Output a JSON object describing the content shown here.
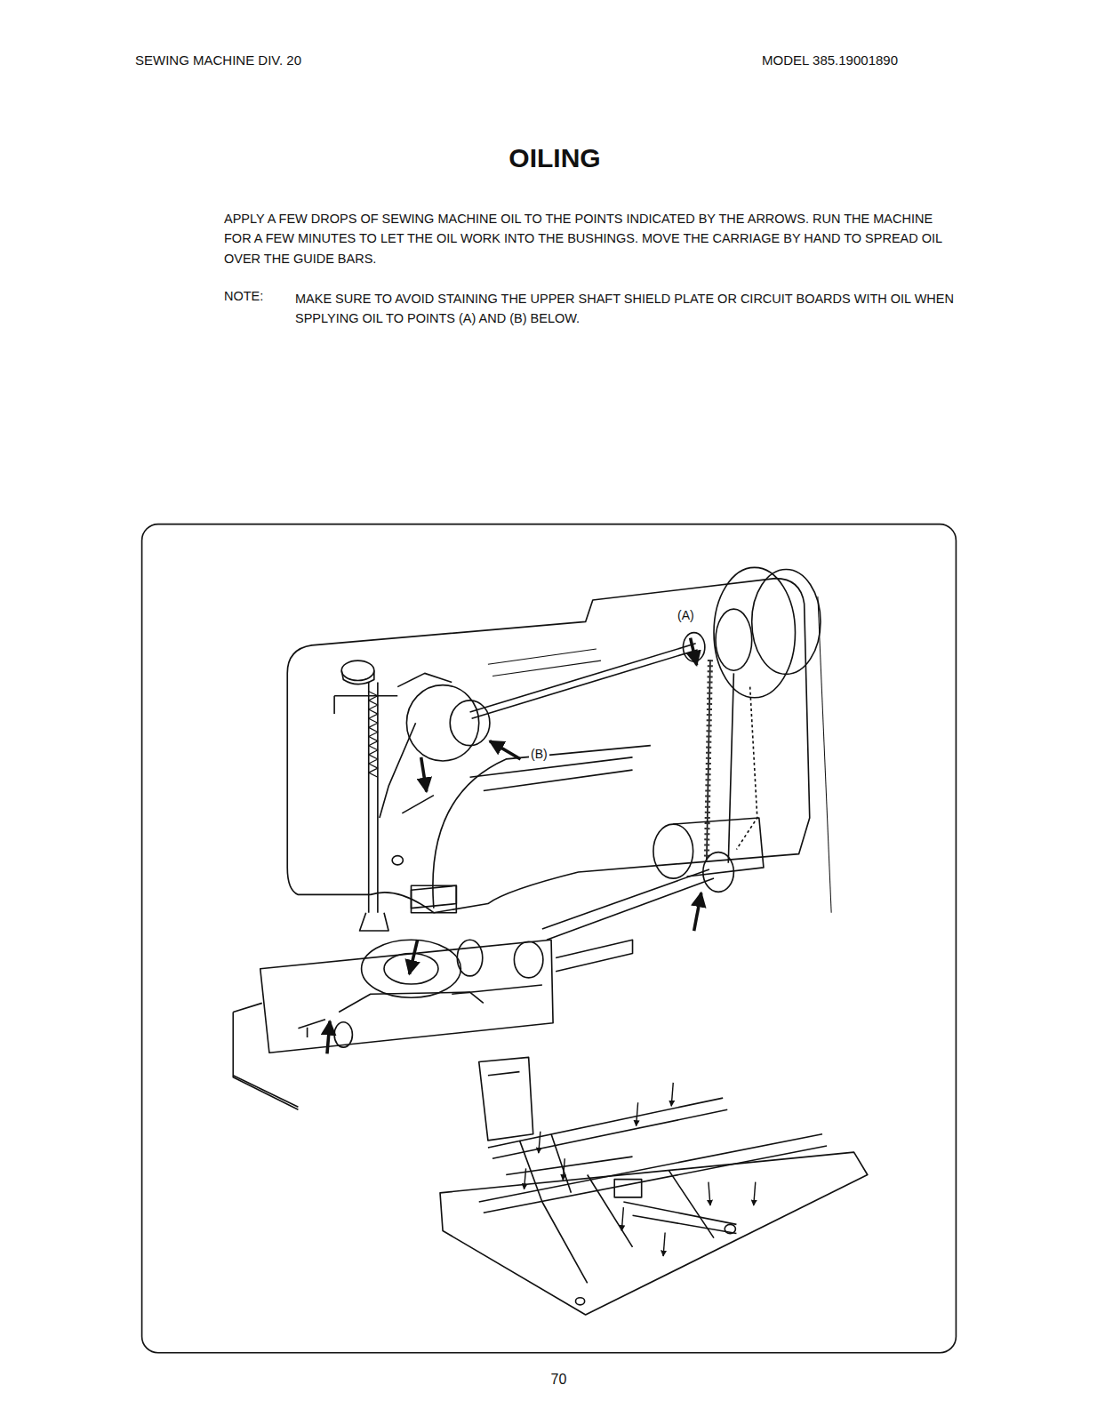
{
  "diagram": {
    "title": "OILING",
    "labels": [
      "SEWING MACHINE DIV. 20",
      "MODEL 385.19001890",
      "APPLY A FEW DROPS OF SEWING MACHINE OIL TO THE POINTS INDICATED BY THE ARROWS. RUN THE MACHINE FOR A FEW MINUTES TO LET THE OIL WORK INTO THE BUSHINGS. MOVE THE CARRIAGE BY HAND TO SPREAD OIL OVER THE GUIDE BARS.",
      "NOTE:",
      "MAKE SURE TO AVOID STAINING THE UPPER SHAFT SHIELD PLATE OR CIRCUIT BOARDS WITH OIL WHEN SPPLYING OIL TO POINTS (A) AND (B) BELOW.",
      "(A)",
      "(B)",
      "70"
    ]
  }
}
